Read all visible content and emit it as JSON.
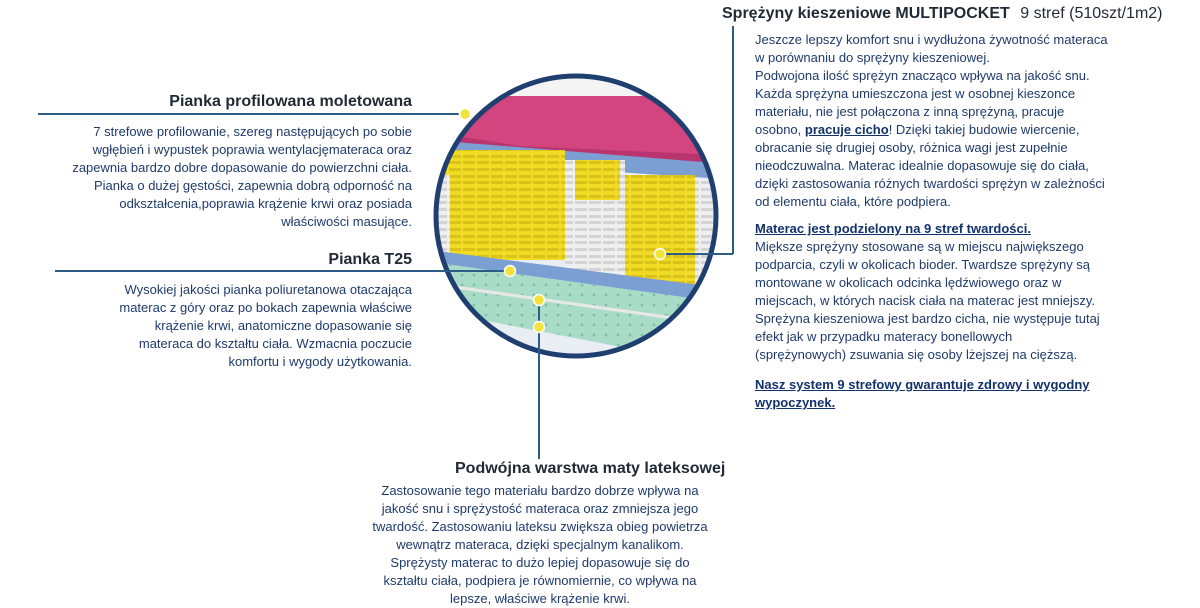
{
  "sections": {
    "profiled_foam": {
      "title": "Pianka profilowana moletowana",
      "text": "7 strefowe profilowanie, szereg następujących po sobie\nwgłębień i wypustek poprawia wentylacjęmateraca oraz\nzapewnia bardzo dobre dopasowanie do powierzchni ciała.\nPianka o dużej gęstości, zapewnia dobrą odporność na\nodkształcenia,poprawia krążenie krwi oraz posiada\nwłaściwości masujące."
    },
    "foam_t25": {
      "title": "Pianka T25",
      "text": "Wysokiej jakości pianka poliuretanowa otaczająca\nmaterac z góry oraz po bokach zapewnia właściwe\nkrążenie krwi, anatomiczne dopasowanie się\nmateraca do kształtu ciała. Wzmacnia poczucie\nkomfortu i wygody użytkowania."
    },
    "latex": {
      "title": "Podwójna warstwa maty lateksowej",
      "text": "Zastosowanie tego materiału bardzo dobrze wpływa na\njakość snu i sprężystość materaca oraz zmniejsza jego\ntwardość. Zastosowaniu lateksu zwiększa obieg powietrza\nwewnątrz materaca, dzięki specjalnym kanalikom.\nSprężysty materac to dużo lepiej dopasowuje się do\nkształtu ciała, podpiera je równomiernie, co wpływa na\nlepsze, właściwe krążenie krwi."
    },
    "springs": {
      "title_bold": "Sprężyny kieszeniowe MULTIPOCKET",
      "title_light": "9 stref (510szt/1m2)",
      "text_a": "Jeszcze lepszy komfort snu i wydłużona żywotność materaca\nw porównaniu do sprężyny kieszeniowej.\nPodwojona ilość sprężyn znacząco wpływa na jakość snu.\nKażda sprężyna umieszczona jest w osobnej kieszonce\nmateriału, nie jest połączona z inną sprężyną, pracuje\nosobno, ",
      "highlight": "pracuje cicho",
      "text_b": "! Dzięki takiej budowie wiercenie,\nobracanie się drugiej osoby, różnica wagi jest zupełnie\nnieodczuwalna. Materac idealnie dopasowuje się do ciała,\ndzięki zastosowania różnych twardości sprężyn w zależności\nod elementu ciała, które podpiera.",
      "zones_heading": "Materac jest podzielony na 9 stref twardości.",
      "zones_text": "Miększe sprężyny stosowane są w miejscu największego\npodparcia, czyli w okolicach bioder. Twardsze sprężyny są\nmontowane w okolicach odcinka lędźwiowego oraz w\nmiejscach, w których nacisk ciała na materac jest mniejszy.\nSprężyna kieszeniowa jest bardzo cicha, nie występuje tutaj\nefekt jak w przypadku materacy bonellowych\n(sprężynowych) zsuwania się osoby lżejszej na cięższą.",
      "guarantee": "Nasz system 9 strefowy gwarantuje zdrowy i wygodny\nwypoczynek."
    }
  },
  "colors": {
    "title": "#1f2a35",
    "text": "#1f3a6b",
    "line": "#2c5d86",
    "dot": "#f2e33a",
    "pink_layer": "#d2457f",
    "spring_yellow": "#f3de2a",
    "spring_white": "#eeeeee",
    "latex_green": "#a6dcc6",
    "blue_band": "#7b9fd3"
  }
}
